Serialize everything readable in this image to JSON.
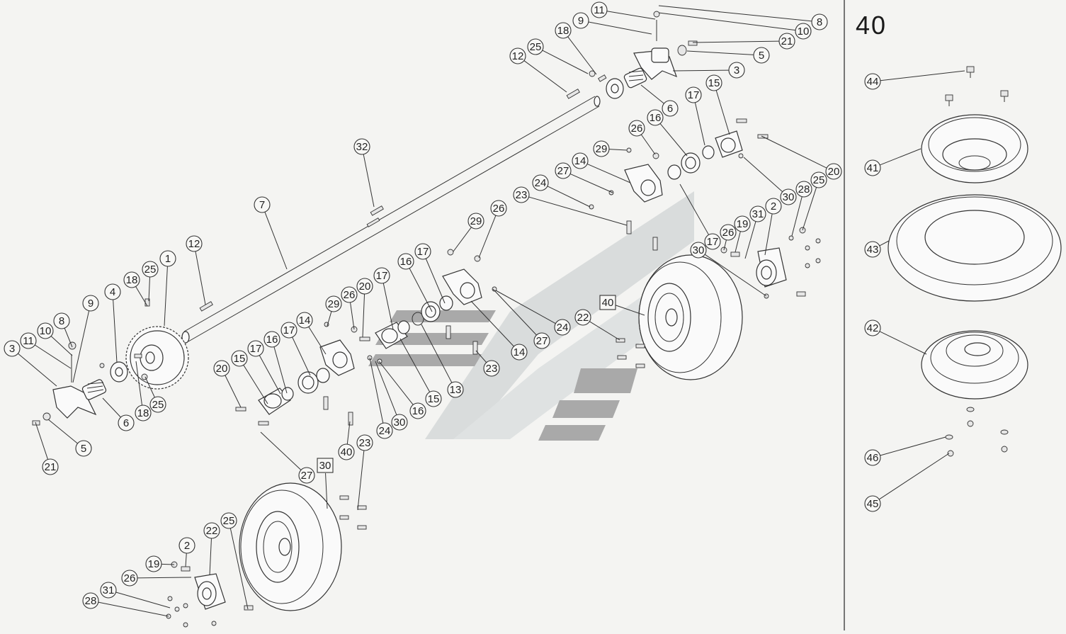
{
  "kit_title": "40",
  "colors": {
    "line": "#333333",
    "paper": "#f4f4f2",
    "watermark_dark": "#a9a9a9",
    "watermark_light": "#d9dcdc"
  },
  "callouts": [
    {
      "label": "11"
    },
    {
      "label": "9"
    },
    {
      "label": "8"
    },
    {
      "label": "10"
    },
    {
      "label": "21"
    },
    {
      "label": "5"
    },
    {
      "label": "3"
    },
    {
      "label": "18"
    },
    {
      "label": "25"
    },
    {
      "label": "12"
    },
    {
      "label": "6"
    },
    {
      "label": "17"
    },
    {
      "label": "15"
    },
    {
      "label": "16"
    },
    {
      "label": "26"
    },
    {
      "label": "29"
    },
    {
      "label": "14"
    },
    {
      "label": "27"
    },
    {
      "label": "24"
    },
    {
      "label": "23"
    },
    {
      "label": "20"
    },
    {
      "label": "30"
    },
    {
      "label": "28"
    },
    {
      "label": "25"
    },
    {
      "label": "2"
    },
    {
      "label": "31"
    },
    {
      "label": "19"
    },
    {
      "label": "26"
    },
    {
      "label": "17"
    },
    {
      "label": "30"
    },
    {
      "label": "32"
    },
    {
      "label": "7"
    },
    {
      "label": "29"
    },
    {
      "label": "26"
    },
    {
      "label": "16"
    },
    {
      "label": "17"
    },
    {
      "label": "24"
    },
    {
      "label": "27"
    },
    {
      "label": "14"
    },
    {
      "label": "40"
    },
    {
      "label": "22"
    },
    {
      "label": "12"
    },
    {
      "label": "1"
    },
    {
      "label": "25"
    },
    {
      "label": "18"
    },
    {
      "label": "4"
    },
    {
      "label": "8"
    },
    {
      "label": "9"
    },
    {
      "label": "10"
    },
    {
      "label": "11"
    },
    {
      "label": "3"
    },
    {
      "label": "6"
    },
    {
      "label": "18"
    },
    {
      "label": "25"
    },
    {
      "label": "5"
    },
    {
      "label": "21"
    },
    {
      "label": "20"
    },
    {
      "label": "26"
    },
    {
      "label": "29"
    },
    {
      "label": "17"
    },
    {
      "label": "15"
    },
    {
      "label": "13"
    },
    {
      "label": "23"
    },
    {
      "label": "16"
    },
    {
      "label": "17"
    },
    {
      "label": "14"
    },
    {
      "label": "20"
    },
    {
      "label": "15"
    },
    {
      "label": "17"
    },
    {
      "label": "16"
    },
    {
      "label": "30"
    },
    {
      "label": "24"
    },
    {
      "label": "27"
    },
    {
      "label": "30"
    },
    {
      "label": "40"
    },
    {
      "label": "23"
    },
    {
      "label": "22"
    },
    {
      "label": "2"
    },
    {
      "label": "19"
    },
    {
      "label": "26"
    },
    {
      "label": "31"
    },
    {
      "label": "28"
    },
    {
      "label": "25"
    },
    {
      "label": "44"
    },
    {
      "label": "41"
    },
    {
      "label": "43"
    },
    {
      "label": "42"
    },
    {
      "label": "46"
    },
    {
      "label": "45"
    }
  ]
}
